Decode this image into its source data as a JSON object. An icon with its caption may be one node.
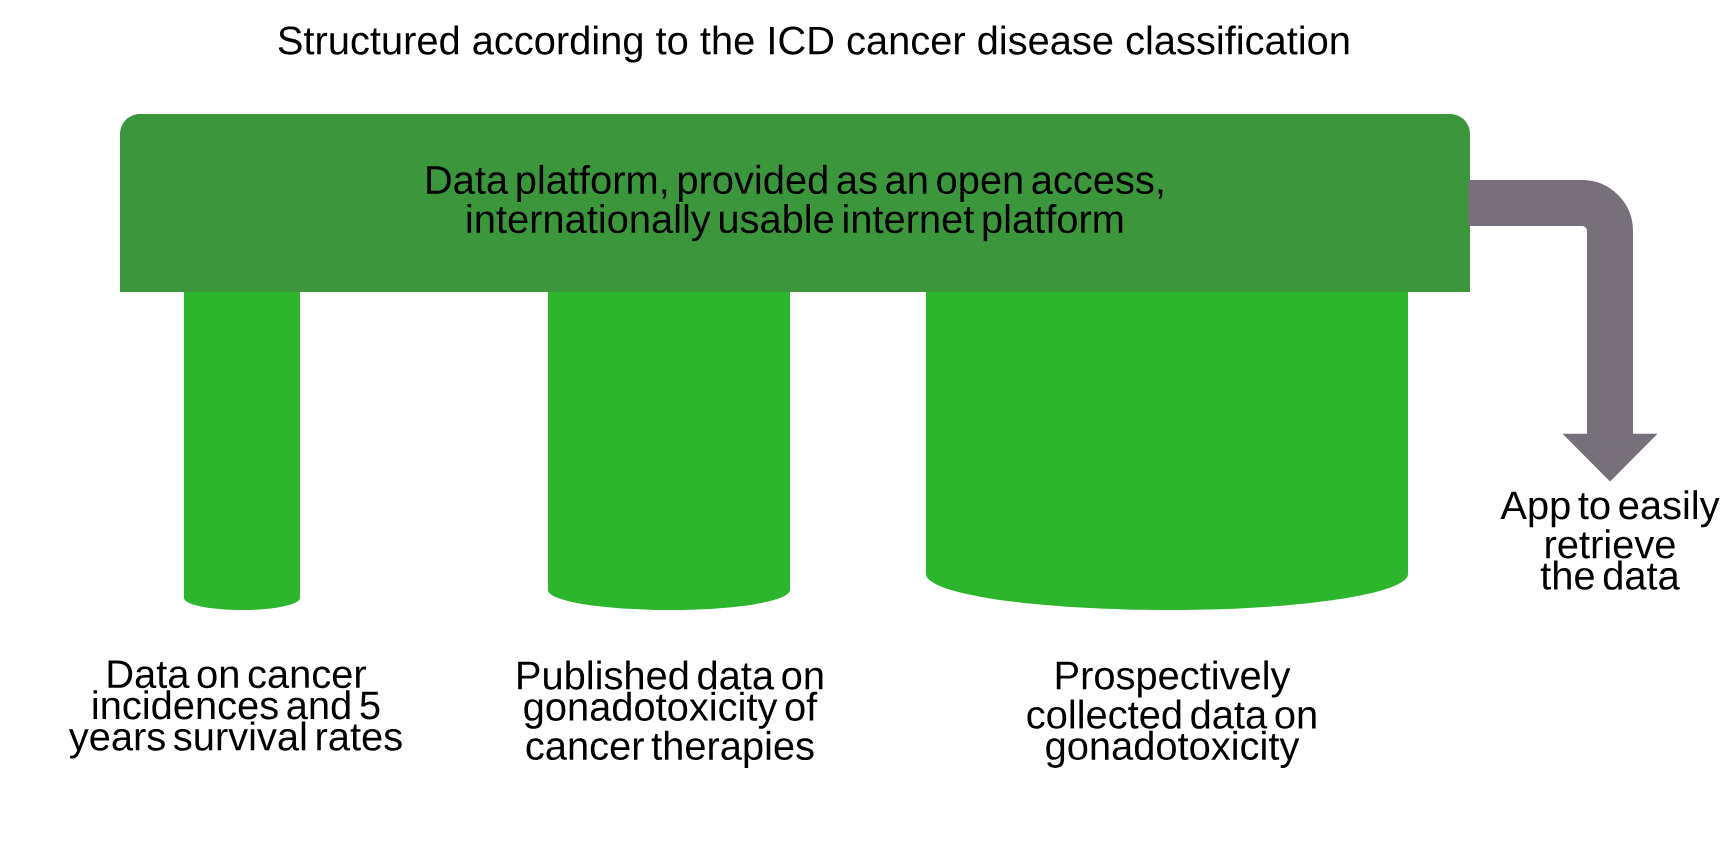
{
  "diagram": {
    "title": "Structured according to the ICD cancer disease classification",
    "nodes": [
      {
        "text": [
          "Data platform, provided as an open access, internationally usable internet platform"
        ]
      },
      {
        "text": [],
        "shape": "cylinder",
        "beside": [
          "Data on cancer incidences and 5 years survival rates"
        ]
      },
      {
        "text": [],
        "shape": "cylinder",
        "beside": [
          "Published data on gonadotoxicity of cancer therapies"
        ]
      },
      {
        "text": [],
        "shape": "cylinder",
        "beside": [
          "Prospectively collected  data on gonadotoxicity"
        ]
      },
      {
        "text": [
          "App to easily retrieve the data"
        ]
      }
    ],
    "edges": [
      {
        "from": 0,
        "to": 4,
        "arrow": "to",
        "color": "#77707a"
      }
    ]
  }
}
